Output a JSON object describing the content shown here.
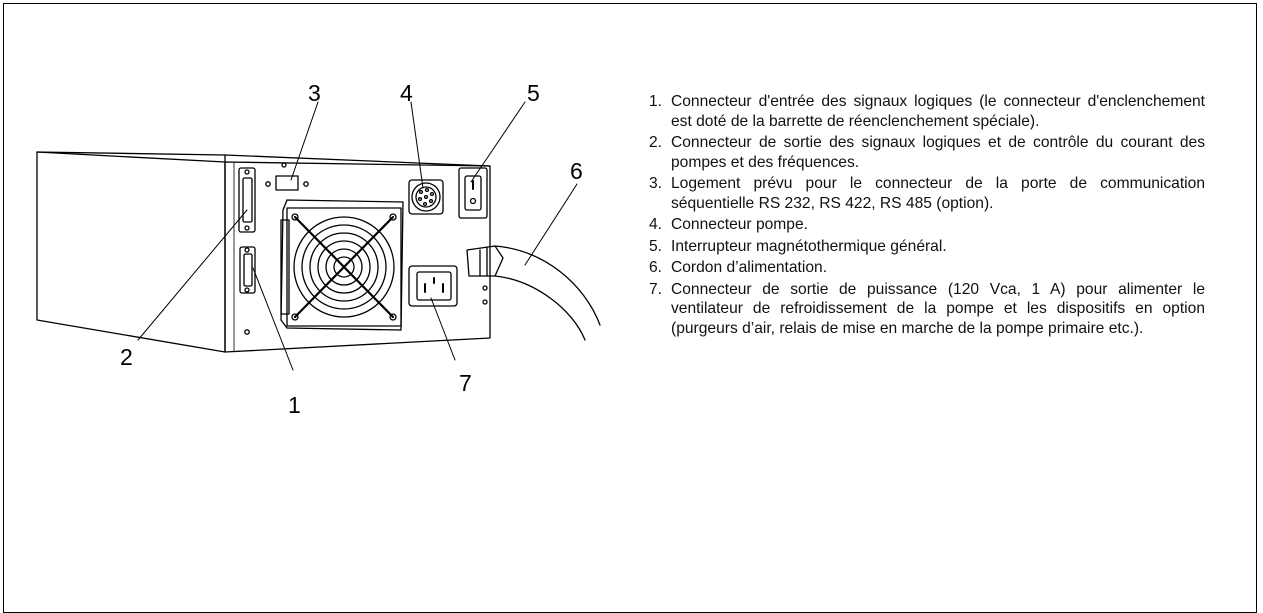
{
  "callouts": {
    "c1": "1",
    "c2": "2",
    "c3": "3",
    "c4": "4",
    "c5": "5",
    "c6": "6",
    "c7": "7"
  },
  "legend": [
    {
      "num": "1.",
      "text": "Connecteur d'entrée des signaux logiques (le connecteur d'enclenchement est doté de la barrette de réenclenchement spéciale)."
    },
    {
      "num": "2.",
      "text": "Connecteur de sortie des signaux logiques et de contrôle du courant des pompes et des fréquences."
    },
    {
      "num": "3.",
      "text": "Logement prévu pour le connecteur de la porte de communication séquentielle RS 232, RS 422, RS 485 (option)."
    },
    {
      "num": "4.",
      "text": "Connecteur pompe."
    },
    {
      "num": "5.",
      "text": "Interrupteur magnétothermique général."
    },
    {
      "num": "6.",
      "text": "Cordon d’alimentation."
    },
    {
      "num": "7.",
      "text": "Connecteur de sortie de puissance (120 Vca, 1 A) pour alimenter le ventilateur de refroidissement de la pompe et les dispositifs en option (purgeurs d’air, relais de mise en marche de la pompe primaire etc.)."
    }
  ],
  "icons": {
    "illustration": "controller-rear-panel-icon"
  }
}
